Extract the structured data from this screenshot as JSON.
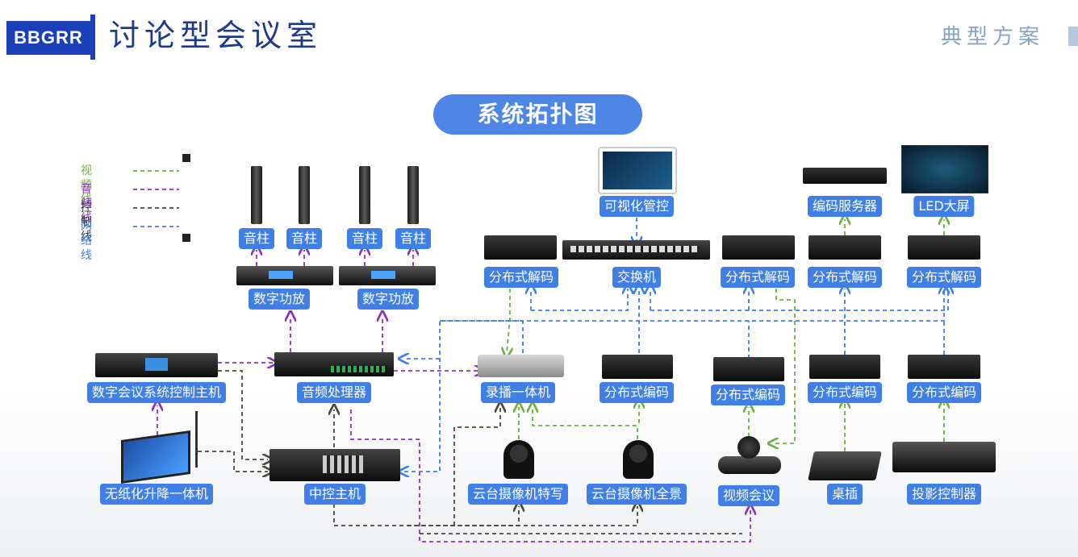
{
  "header": {
    "brand": "BBGRR",
    "title": "讨论型会议室",
    "subtitle": "典型方案"
  },
  "diagram": {
    "heading": "系统拓扑图",
    "legend": [
      {
        "label": "视频线",
        "color": "#6ab33a"
      },
      {
        "label": "音频线",
        "color": "#8e2fc4"
      },
      {
        "label": "控制线",
        "color": "#4a4a3a"
      },
      {
        "label": "网络线",
        "color": "#3f7fe6"
      }
    ],
    "nodes": {
      "speaker1": "音柱",
      "speaker2": "音柱",
      "speaker3": "音柱",
      "speaker4": "音柱",
      "amp1": "数字功放",
      "amp2": "数字功放",
      "visual_control": "可视化管控",
      "switch": "交换机",
      "encode_server": "编码服务器",
      "led": "LED大屏",
      "decoder1": "分布式解码",
      "decoder2": "分布式解码",
      "decoder3": "分布式解码",
      "decoder4": "分布式解码",
      "conf_host": "数字会议系统控制主机",
      "audio_proc": "音频处理器",
      "recorder": "录播一体机",
      "encoder1": "分布式编码",
      "encoder2": "分布式编码",
      "encoder3": "分布式编码",
      "encoder4": "分布式编码",
      "paperless": "无纸化升降一体机",
      "central": "中控主机",
      "cam_closeup": "云台摄像机特写",
      "cam_panorama": "云台摄像机全景",
      "videoconf": "视频会议",
      "desk_socket": "桌插",
      "projector_ctrl": "投影控制器"
    }
  }
}
